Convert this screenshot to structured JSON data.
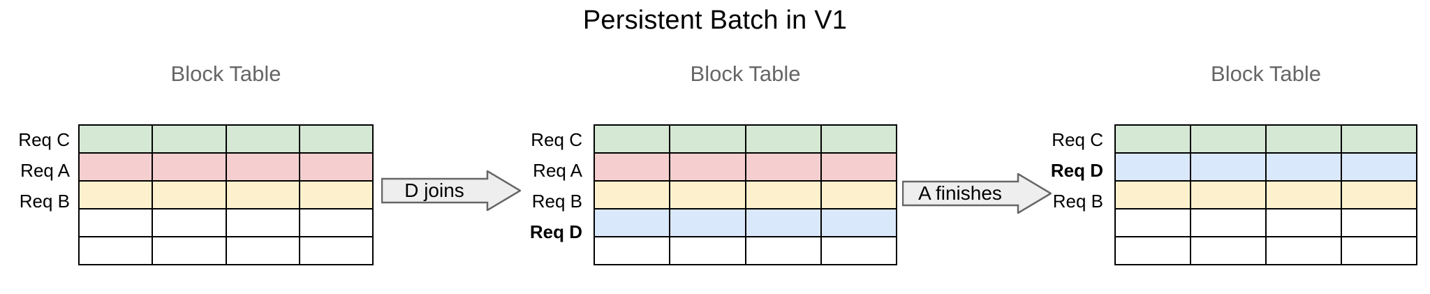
{
  "title": "Persistent Batch in V1",
  "colors": {
    "green": "#d5e8d4",
    "pink": "#f5cfcf",
    "yellow": "#fdf1cd",
    "blue": "#dae8fc",
    "empty": "#ffffff",
    "border": "#000000",
    "title_text": "#000000",
    "panel_title_text": "#666666",
    "arrow_fill": "#eeeeee",
    "arrow_stroke": "#666666"
  },
  "panels": [
    {
      "id": "panel-1",
      "table_title": "Block Table",
      "columns": 4,
      "rows": [
        {
          "label": "Req C",
          "bold": false,
          "color": "green"
        },
        {
          "label": "Req A",
          "bold": false,
          "color": "pink"
        },
        {
          "label": "Req B",
          "bold": false,
          "color": "yellow"
        },
        {
          "label": "",
          "bold": false,
          "color": "empty"
        },
        {
          "label": "",
          "bold": false,
          "color": "empty"
        }
      ]
    },
    {
      "id": "panel-2",
      "table_title": "Block Table",
      "columns": 4,
      "rows": [
        {
          "label": "Req C",
          "bold": false,
          "color": "green"
        },
        {
          "label": "Req A",
          "bold": false,
          "color": "pink"
        },
        {
          "label": "Req B",
          "bold": false,
          "color": "yellow"
        },
        {
          "label": "Req D",
          "bold": true,
          "color": "blue"
        },
        {
          "label": "",
          "bold": false,
          "color": "empty"
        }
      ]
    },
    {
      "id": "panel-3",
      "table_title": "Block Table",
      "columns": 4,
      "rows": [
        {
          "label": "Req C",
          "bold": false,
          "color": "green"
        },
        {
          "label": "Req D",
          "bold": true,
          "color": "blue"
        },
        {
          "label": "Req B",
          "bold": false,
          "color": "yellow"
        },
        {
          "label": "",
          "bold": false,
          "color": "empty"
        },
        {
          "label": "",
          "bold": false,
          "color": "empty"
        }
      ]
    }
  ],
  "arrows": [
    {
      "id": "arrow-d-joins",
      "label": "D joins"
    },
    {
      "id": "arrow-a-finishes",
      "label": "A finishes"
    }
  ]
}
